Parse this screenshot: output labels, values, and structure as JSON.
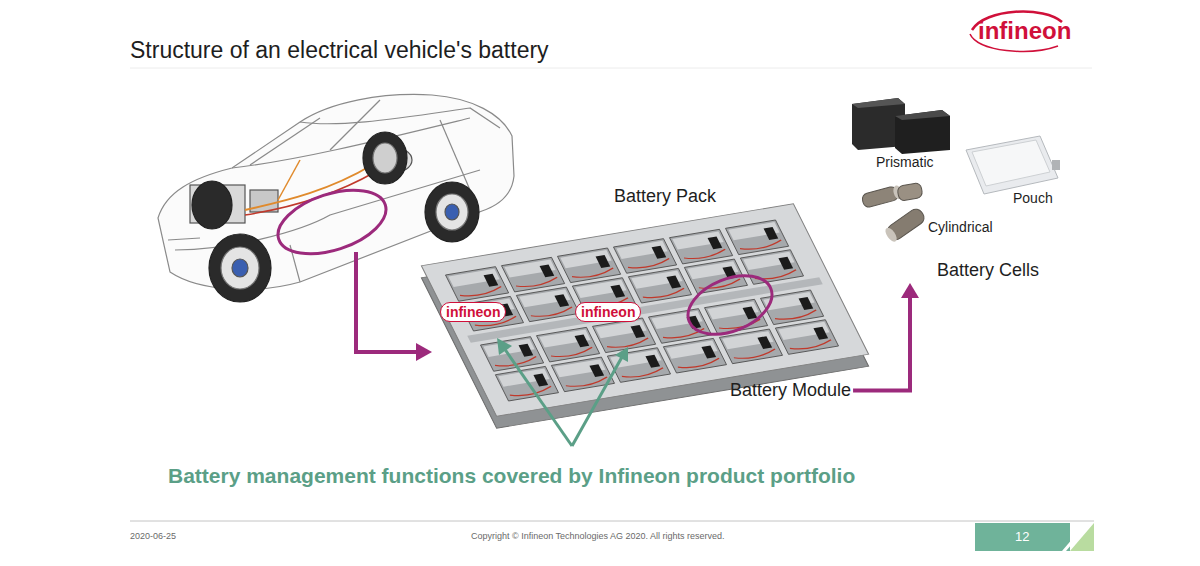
{
  "diagram": {
    "title": "Structure of an electrical vehicle's battery",
    "nodes": [
      {
        "text": [
          "Battery Pack"
        ]
      },
      {
        "text": [
          "Battery Module"
        ]
      },
      {
        "text": [
          "Battery Cells"
        ]
      }
    ],
    "edges": [
      {
        "from": 1,
        "to": 2,
        "arrow": "to"
      }
    ],
    "labels": [
      "infineon",
      "infineon",
      "infineon",
      "Prismatic",
      "Pouch",
      "Cylindrical",
      "Battery management functions covered by Infineon product portfolio",
      "2020-06-25",
      "Copyright © Infineon Technologies AG 2020. All rights reserved.",
      "12"
    ]
  }
}
